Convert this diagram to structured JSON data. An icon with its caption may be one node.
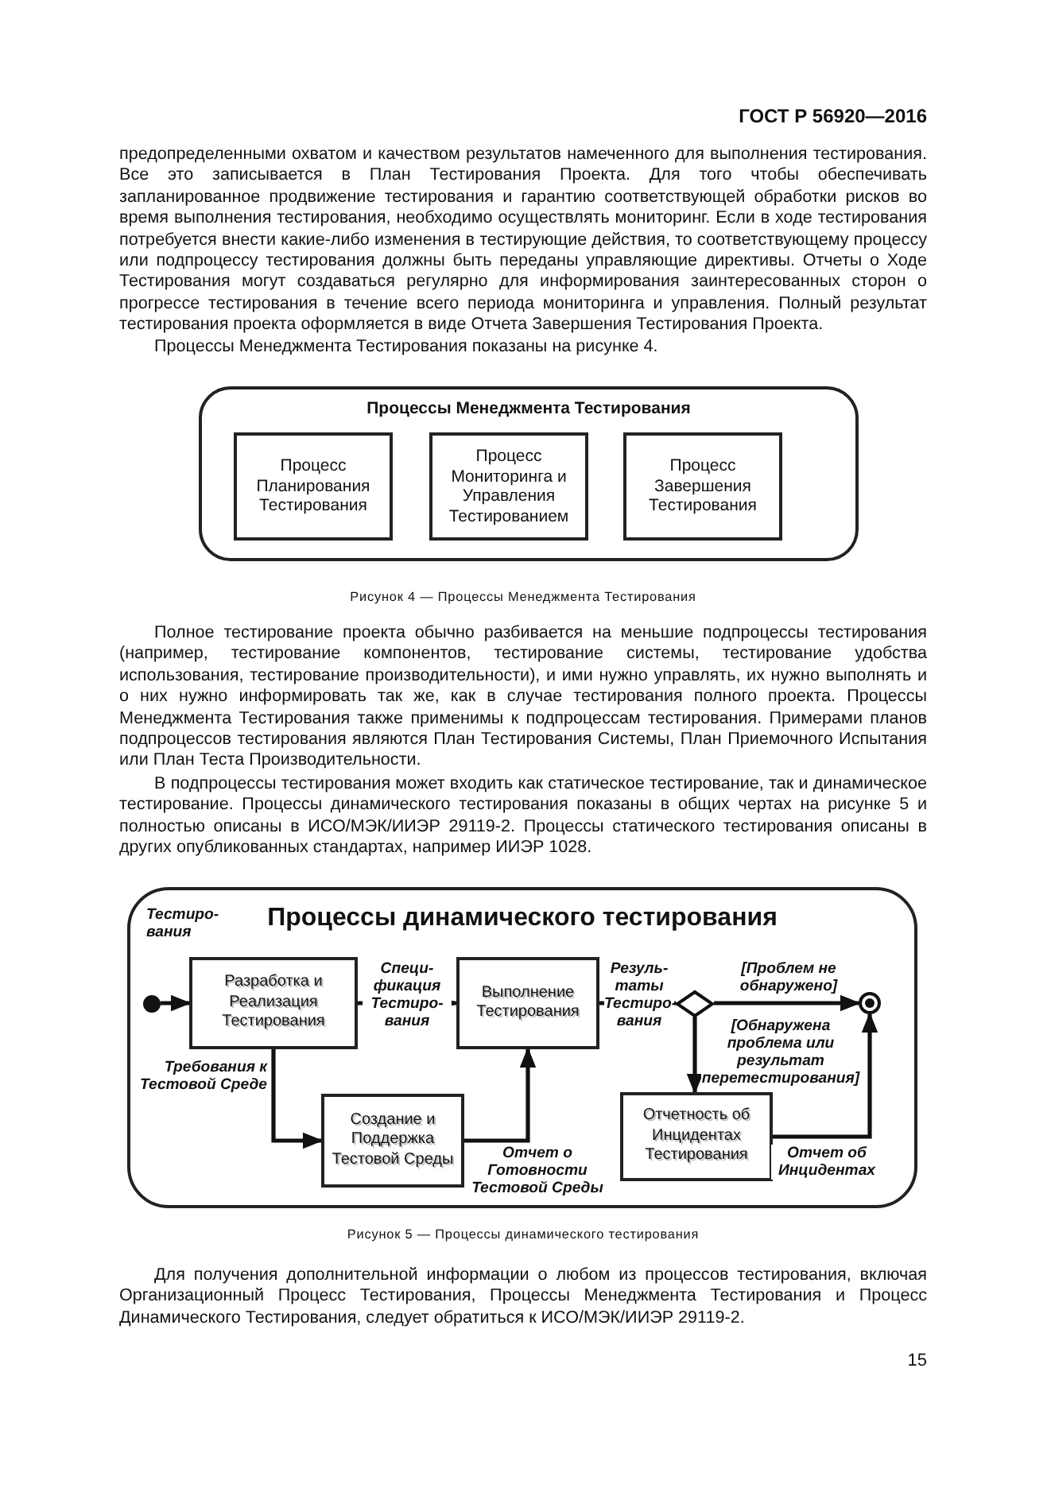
{
  "diagram": {
    "nodes": [
      {
        "text": [
          "Процессы Менеджмента Тестирования"
        ]
      },
      {
        "text": [
          "Процесс Планирования Тестирования"
        ],
        "in": 0
      },
      {
        "text": [
          "Процесс Мониторинга и Управления Тестированием"
        ],
        "in": 0
      },
      {
        "text": [
          "Процесс Завершения Тестирования"
        ],
        "in": 0
      },
      {
        "text": [
          "Процессы динамического тестирования"
        ]
      },
      {
        "text": [],
        "shape": "circle",
        "in": 4
      },
      {
        "text": [
          "Разработка и Реализация Тестирования"
        ],
        "in": 4
      },
      {
        "text": [
          "Выполнение Тестирования"
        ],
        "in": 4
      },
      {
        "text": [],
        "shape": "diamond",
        "in": 4
      },
      {
        "text": [],
        "shape": "circle",
        "in": 4
      },
      {
        "text": [
          "Создание и Поддержка Тестовой Среды"
        ],
        "in": 4
      },
      {
        "text": [
          "Отчетность об Инцидентах Тестирования"
        ],
        "in": 4
      }
    ],
    "edges": [
      {
        "from": 5,
        "to": 6,
        "arrow": "to"
      },
      {
        "from": 6,
        "to": 7,
        "arrow": "to",
        "label": "Специ-фикация Тестиро-вания"
      },
      {
        "from": 6,
        "to": 10,
        "arrow": "to",
        "label": "Требования к Тестовой Среде"
      },
      {
        "from": 10,
        "to": 7,
        "arrow": "to",
        "label": "Отчет о Готовности Тестовой Среды"
      },
      {
        "from": 7,
        "to": 8,
        "arrow": "to",
        "label": "Резуль-таты Тестиро-вания"
      },
      {
        "from": 8,
        "to": 9,
        "arrow": "to",
        "label": "[Проблем не обнаружено]"
      },
      {
        "from": 8,
        "to": 11,
        "arrow": "to",
        "label": "[Обнаружена проблема или результат перетестирования]"
      },
      {
        "from": 11,
        "to": 9,
        "arrow": "to",
        "label": "Отчет об Инцидентах"
      }
    ],
    "labels": [
      "ГОСТ Р 56920—2016",
      "предопределенными охватом и качеством результатов намеченного для выполнения тестирования. Все это записывается в План Тестирования Проекта. Для того чтобы обеспечивать запланированное продвижение тестирования и гарантию соответствующей обработки рисков во время выполнения тестирования, необходимо осуществлять мониторинг. Если в ходе тестирования потребуется внести какие-либо изменения в тестирующие действия, то соответствующему процессу или подпроцессу тестирования должны быть переданы управляющие директивы. Отчеты о Ходе Тестирования могут создаваться регулярно для информирования заинтересованных сторон о прогрессе тестирования в течение всего периода мониторинга и управления. Полный результат тестирования проекта оформляется в виде Отчета Завершения Тестирования Проекта.",
      "Процессы Менеджмента Тестирования показаны на рисунке 4.",
      "Рисунок 4 — Процессы Менеджмента Тестирования",
      "Полное тестирование проекта обычно разбивается на меньшие подпроцессы тестирования (например, тестирование компонентов, тестирование системы, тестирование удобства использования, тестирование производительности), и ими нужно управлять, их нужно выполнять и о них нужно информировать так же, как в случае тестирования полного проекта. Процессы Менеджмента Тестирования также применимы к подпроцессам тестирования. Примерами планов подпроцессов тестирования являются План Тестирования Системы, План Приемочного Испытания или План Теста Производительности.",
      "В подпроцессы тестирования может входить как статическое тестирование, так и динамическое тестирование. Процессы динамического тестирования показаны в общих чертах на рисунке 5 и полностью описаны в ИСО/МЭК/ИИЭР 29119-2. Процессы статического тестирования описаны в других опубликованных стандартах, например ИИЭР 1028.",
      "Тестиро-вания",
      "Рисунок 5 — Процессы динамического тестирования",
      "Для получения дополнительной информации о любом из процессов тестирования, включая Организационный Процесс Тестирования, Процессы Менеджмента Тестирования и Процесс Динамического Тестирования, следует обратиться к ИСО/МЭК/ИИЭР 29119-2.",
      "15"
    ]
  }
}
